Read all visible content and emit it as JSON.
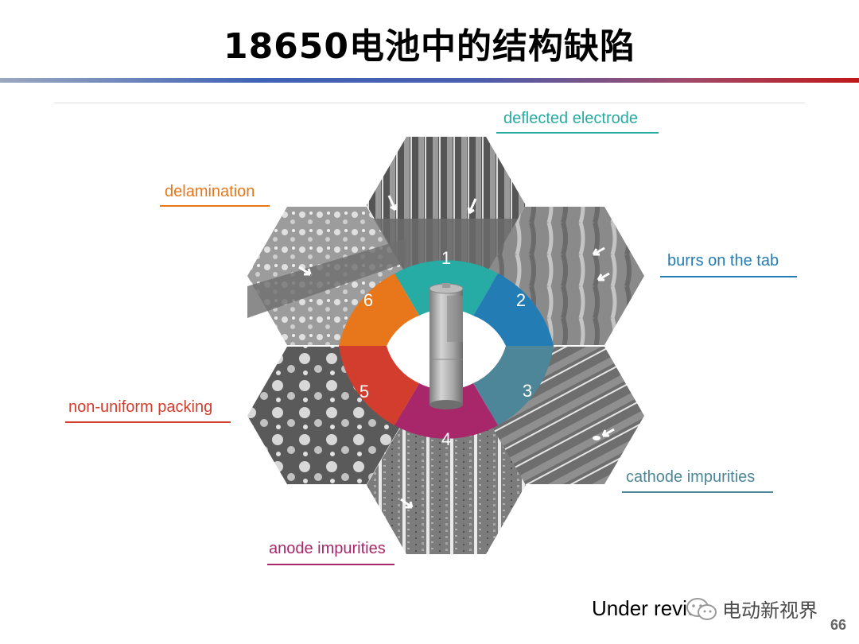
{
  "slide": {
    "title": "18650电池中的结构缺陷",
    "caption": "Under revie",
    "watermark": "电动新视界",
    "page_number": "66"
  },
  "defects": [
    {
      "number": "1",
      "label": "deflected electrode",
      "color": "#26aba5"
    },
    {
      "number": "2",
      "label": "burrs on the tab",
      "color": "#237cb3"
    },
    {
      "number": "3",
      "label": "cathode impurities",
      "color": "#4d8698"
    },
    {
      "number": "4",
      "label": "anode impurities",
      "color": "#a8276b"
    },
    {
      "number": "5",
      "label": "non-uniform packing",
      "color": "#d23d2d"
    },
    {
      "number": "6",
      "label": "delamination",
      "color": "#e8771b"
    }
  ]
}
